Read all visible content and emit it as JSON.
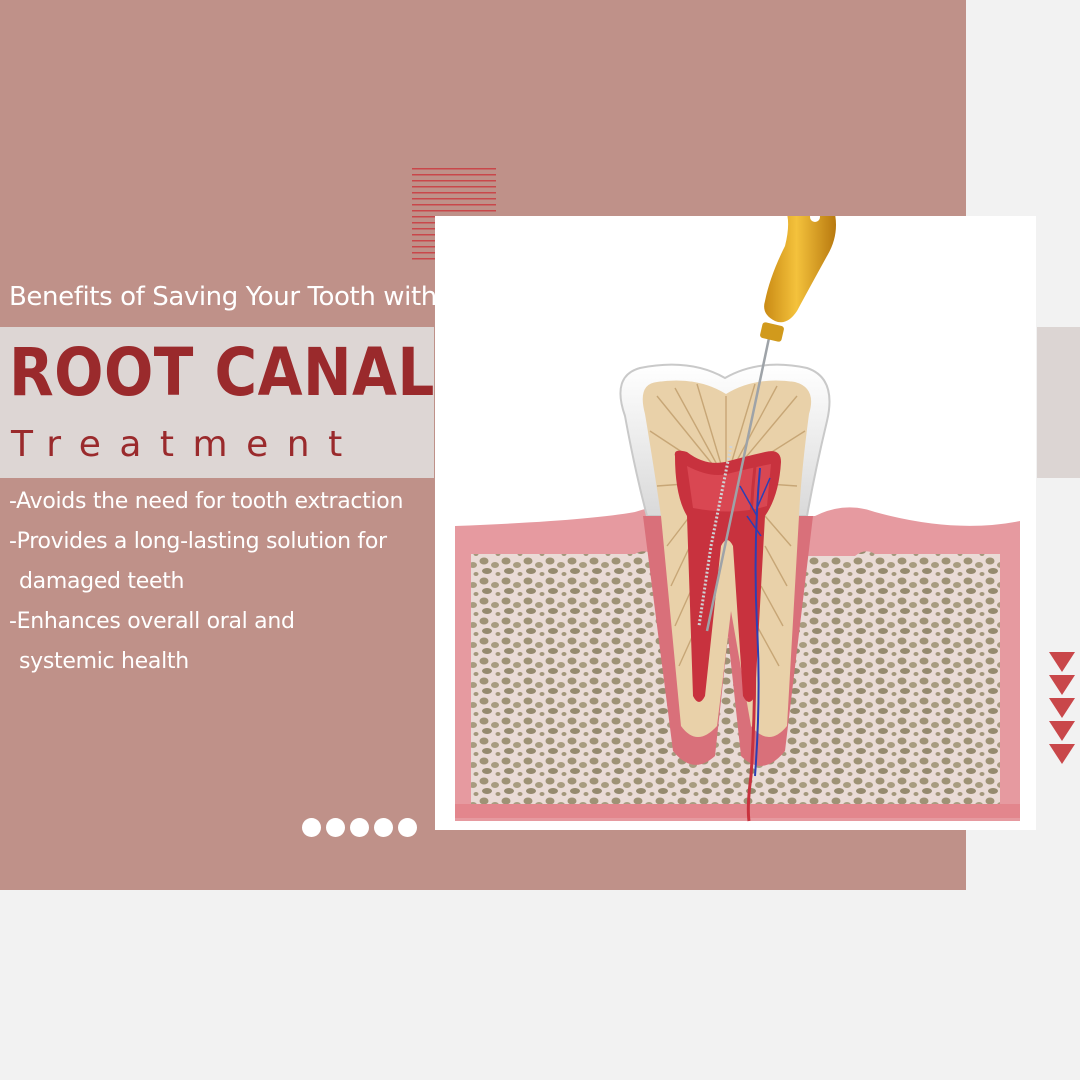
{
  "header": {
    "pre_title": "Benefits of Saving Your Tooth with",
    "title": "ROOT CANAL",
    "subtitle": "Treatment"
  },
  "benefits": [
    {
      "line1": "-Avoids the need for tooth extraction",
      "line2": ""
    },
    {
      "line1": "-Provides a long-lasting solution for",
      "line2": "damaged teeth"
    },
    {
      "line1": "-Enhances overall oral and",
      "line2": "systemic health"
    }
  ],
  "pagination": {
    "dot_count": 5
  },
  "decor": {
    "triangle_count": 5
  },
  "colors": {
    "panel": "#bf9189",
    "title_band": "#ddd6d4",
    "accent": "#9a2a2c",
    "accent_light": "#c9474a",
    "page_bg": "#f2f2f2"
  },
  "illustration": {
    "icon": "root-canal-tooth-cross-section-icon"
  }
}
